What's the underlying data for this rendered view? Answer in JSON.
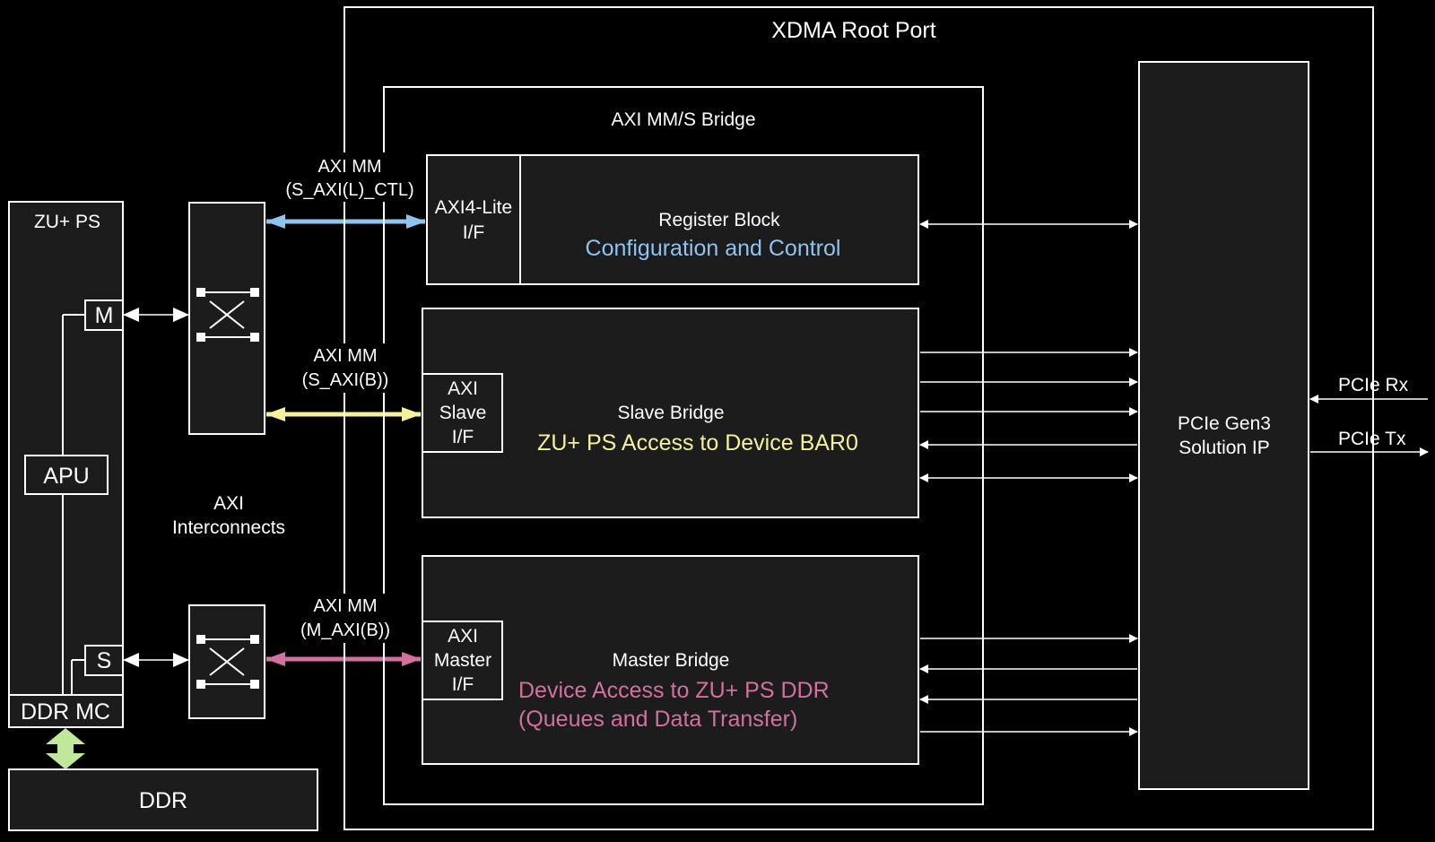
{
  "labels": {
    "root_port": "XDMA Root Port",
    "bridge": "AXI MM/S Bridge",
    "zu_ps": "ZU+ PS",
    "master_port": "M",
    "slave_port": "S",
    "apu": "APU",
    "ddr_mc": "DDR MC",
    "ddr": "DDR",
    "interconnects_line1": "AXI",
    "interconnects_line2": "Interconnects",
    "axi_ctl_line1": "AXI MM",
    "axi_ctl_line2": "(S_AXI(L)_CTL)",
    "axi_b_line1": "AXI MM",
    "axi_b_line2": "(S_AXI(B))",
    "axi_m_line1": "AXI MM",
    "axi_m_line2": "(M_AXI(B))",
    "axi4lite_line1": "AXI4-Lite",
    "axi4lite_line2": "I/F",
    "register_block": "Register Block",
    "register_block_desc": "Configuration and Control",
    "slave_if_line1": "AXI",
    "slave_if_line2": "Slave",
    "slave_if_line3": "I/F",
    "slave_bridge": "Slave Bridge",
    "slave_bridge_desc": "ZU+ PS Access to Device BAR0",
    "master_if_line1": "AXI",
    "master_if_line2": "Master",
    "master_if_line3": "I/F",
    "master_bridge": "Master Bridge",
    "master_bridge_desc_line1": "Device Access to ZU+ PS DDR",
    "master_bridge_desc_line2": "(Queues and Data Transfer)",
    "pcie_ip_line1": "PCIe Gen3",
    "pcie_ip_line2": "Solution IP",
    "pcie_rx": "PCIe Rx",
    "pcie_tx": "PCIe Tx"
  },
  "colors": {
    "background": "#000000",
    "box_fill": "#1c1c1c",
    "ctl_accent": "#8fc3f0",
    "slave_accent": "#f4f19a",
    "master_accent": "#d2709f",
    "ddr_arrow": "#bfe89a"
  }
}
